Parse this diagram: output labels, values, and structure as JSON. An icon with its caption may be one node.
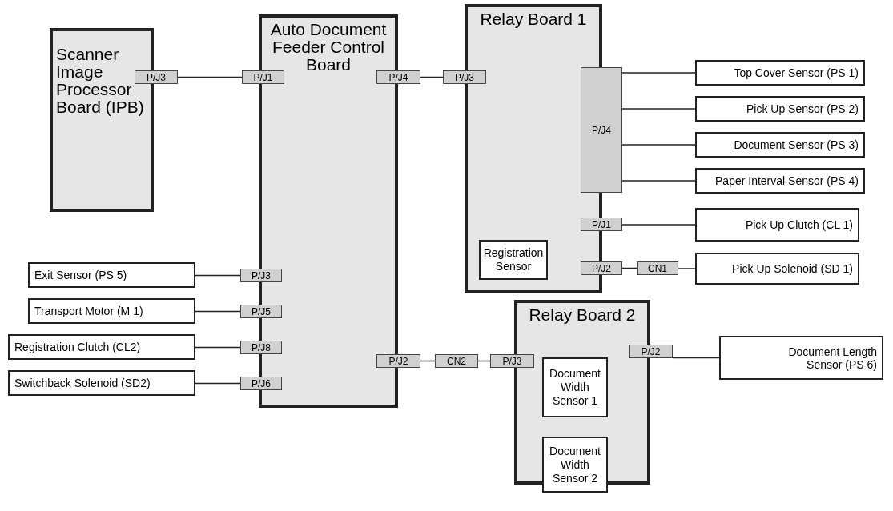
{
  "diagram": {
    "nodes": [
      {
        "text": [
          "Scanner Image Processor Board (IPB)"
        ]
      },
      {
        "text": [
          "P/J3"
        ]
      },
      {
        "text": [
          "Auto Document Feeder Control Board"
        ]
      },
      {
        "text": [
          "P/J1"
        ]
      },
      {
        "text": [
          "P/J4"
        ]
      },
      {
        "text": [
          "P/J3"
        ]
      },
      {
        "text": [
          "Relay Board 1"
        ]
      },
      {
        "text": [
          "P/J4"
        ]
      },
      {
        "text": [
          "Top Cover Sensor (PS 1)"
        ]
      },
      {
        "text": [
          "Pick Up Sensor (PS 2)"
        ]
      },
      {
        "text": [
          "Document Sensor (PS 3)"
        ]
      },
      {
        "text": [
          "Paper Interval Sensor (PS 4)"
        ]
      },
      {
        "text": [
          "P/J1"
        ],
        "in": 6
      },
      {
        "text": [
          "Pick Up Clutch (CL 1)"
        ]
      },
      {
        "text": [
          "Registration Sensor"
        ],
        "in": 6
      },
      {
        "text": [
          "P/J2"
        ],
        "in": 6
      },
      {
        "text": [
          "CN1"
        ]
      },
      {
        "text": [
          "Pick Up Solenoid (SD 1)"
        ]
      },
      {
        "text": [
          "Exit Sensor (PS 5)"
        ]
      },
      {
        "text": [
          "P/J3"
        ]
      },
      {
        "text": [
          "Transport Motor (M 1)"
        ]
      },
      {
        "text": [
          "P/J5"
        ]
      },
      {
        "text": [
          "Registration Clutch (CL2)"
        ]
      },
      {
        "text": [
          "P/J8"
        ]
      },
      {
        "text": [
          "Switchback Solenoid (SD2)"
        ]
      },
      {
        "text": [
          "P/J6"
        ]
      },
      {
        "text": [
          "P/J2"
        ]
      },
      {
        "text": [
          "CN2"
        ]
      },
      {
        "text": [
          "P/J3"
        ]
      },
      {
        "text": [
          "Relay Board 2"
        ]
      },
      {
        "text": [
          "P/J2"
        ]
      },
      {
        "text": [
          "Document Length Sensor (PS 6)"
        ]
      },
      {
        "text": [
          "Document Width Sensor 1"
        ],
        "in": 29
      },
      {
        "text": [
          "Document Width Sensor 2"
        ],
        "in": 29
      }
    ],
    "edges": [
      {
        "from": 1,
        "to": 3,
        "arrow": "none"
      },
      {
        "from": 4,
        "to": 5,
        "arrow": "none"
      },
      {
        "from": 7,
        "to": 8,
        "arrow": "none"
      },
      {
        "from": 7,
        "to": 9,
        "arrow": "none"
      },
      {
        "from": 7,
        "to": 10,
        "arrow": "none"
      },
      {
        "from": 7,
        "to": 11,
        "arrow": "none"
      },
      {
        "from": 12,
        "to": 13,
        "arrow": "none"
      },
      {
        "from": 15,
        "to": 16,
        "arrow": "none"
      },
      {
        "from": 16,
        "to": 17,
        "arrow": "none"
      },
      {
        "from": 18,
        "to": 19,
        "arrow": "none"
      },
      {
        "from": 20,
        "to": 21,
        "arrow": "none"
      },
      {
        "from": 22,
        "to": 23,
        "arrow": "none"
      },
      {
        "from": 24,
        "to": 25,
        "arrow": "none"
      },
      {
        "from": 26,
        "to": 27,
        "arrow": "none"
      },
      {
        "from": 27,
        "to": 28,
        "arrow": "none"
      },
      {
        "from": 30,
        "to": 31,
        "arrow": "none"
      }
    ]
  }
}
